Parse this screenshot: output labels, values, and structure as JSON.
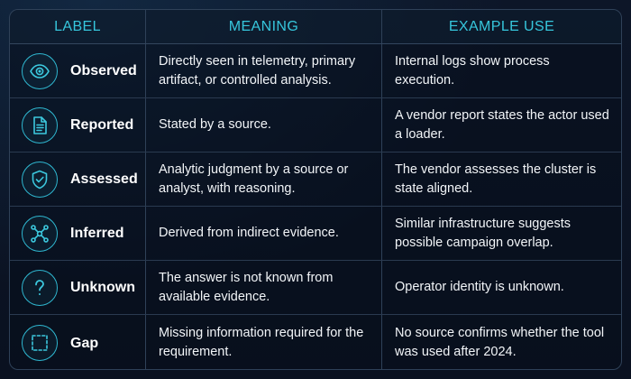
{
  "header": {
    "label": "LABEL",
    "meaning": "MEANING",
    "example": "EXAMPLE USE"
  },
  "rows": [
    {
      "icon": "eye-icon",
      "label": "Observed",
      "meaning": "Directly seen in telemetry, primary artifact, or controlled analysis.",
      "example": "Internal logs show process execution."
    },
    {
      "icon": "document-icon",
      "label": "Reported",
      "meaning": "Stated by a source.",
      "example": "A vendor report states the actor used a loader."
    },
    {
      "icon": "shield-check-icon",
      "label": "Assessed",
      "meaning": "Analytic judgment by a source or analyst, with reasoning.",
      "example": "The vendor assesses the cluster is state aligned."
    },
    {
      "icon": "network-icon",
      "label": "Inferred",
      "meaning": "Derived from indirect evidence.",
      "example": "Similar infrastructure suggests possible campaign overlap."
    },
    {
      "icon": "question-mark-icon",
      "label": "Unknown",
      "meaning": "The answer is not known from available evidence.",
      "example": "Operator identity is unknown."
    },
    {
      "icon": "dashed-square-icon",
      "label": "Gap",
      "meaning": "Missing information required for the requirement.",
      "example": "No source confirms whether the tool was used after 2024."
    }
  ],
  "colors": {
    "accent": "#36c6dc",
    "background": "#0a1120",
    "border": "#2f4158",
    "text": "#ffffff"
  }
}
